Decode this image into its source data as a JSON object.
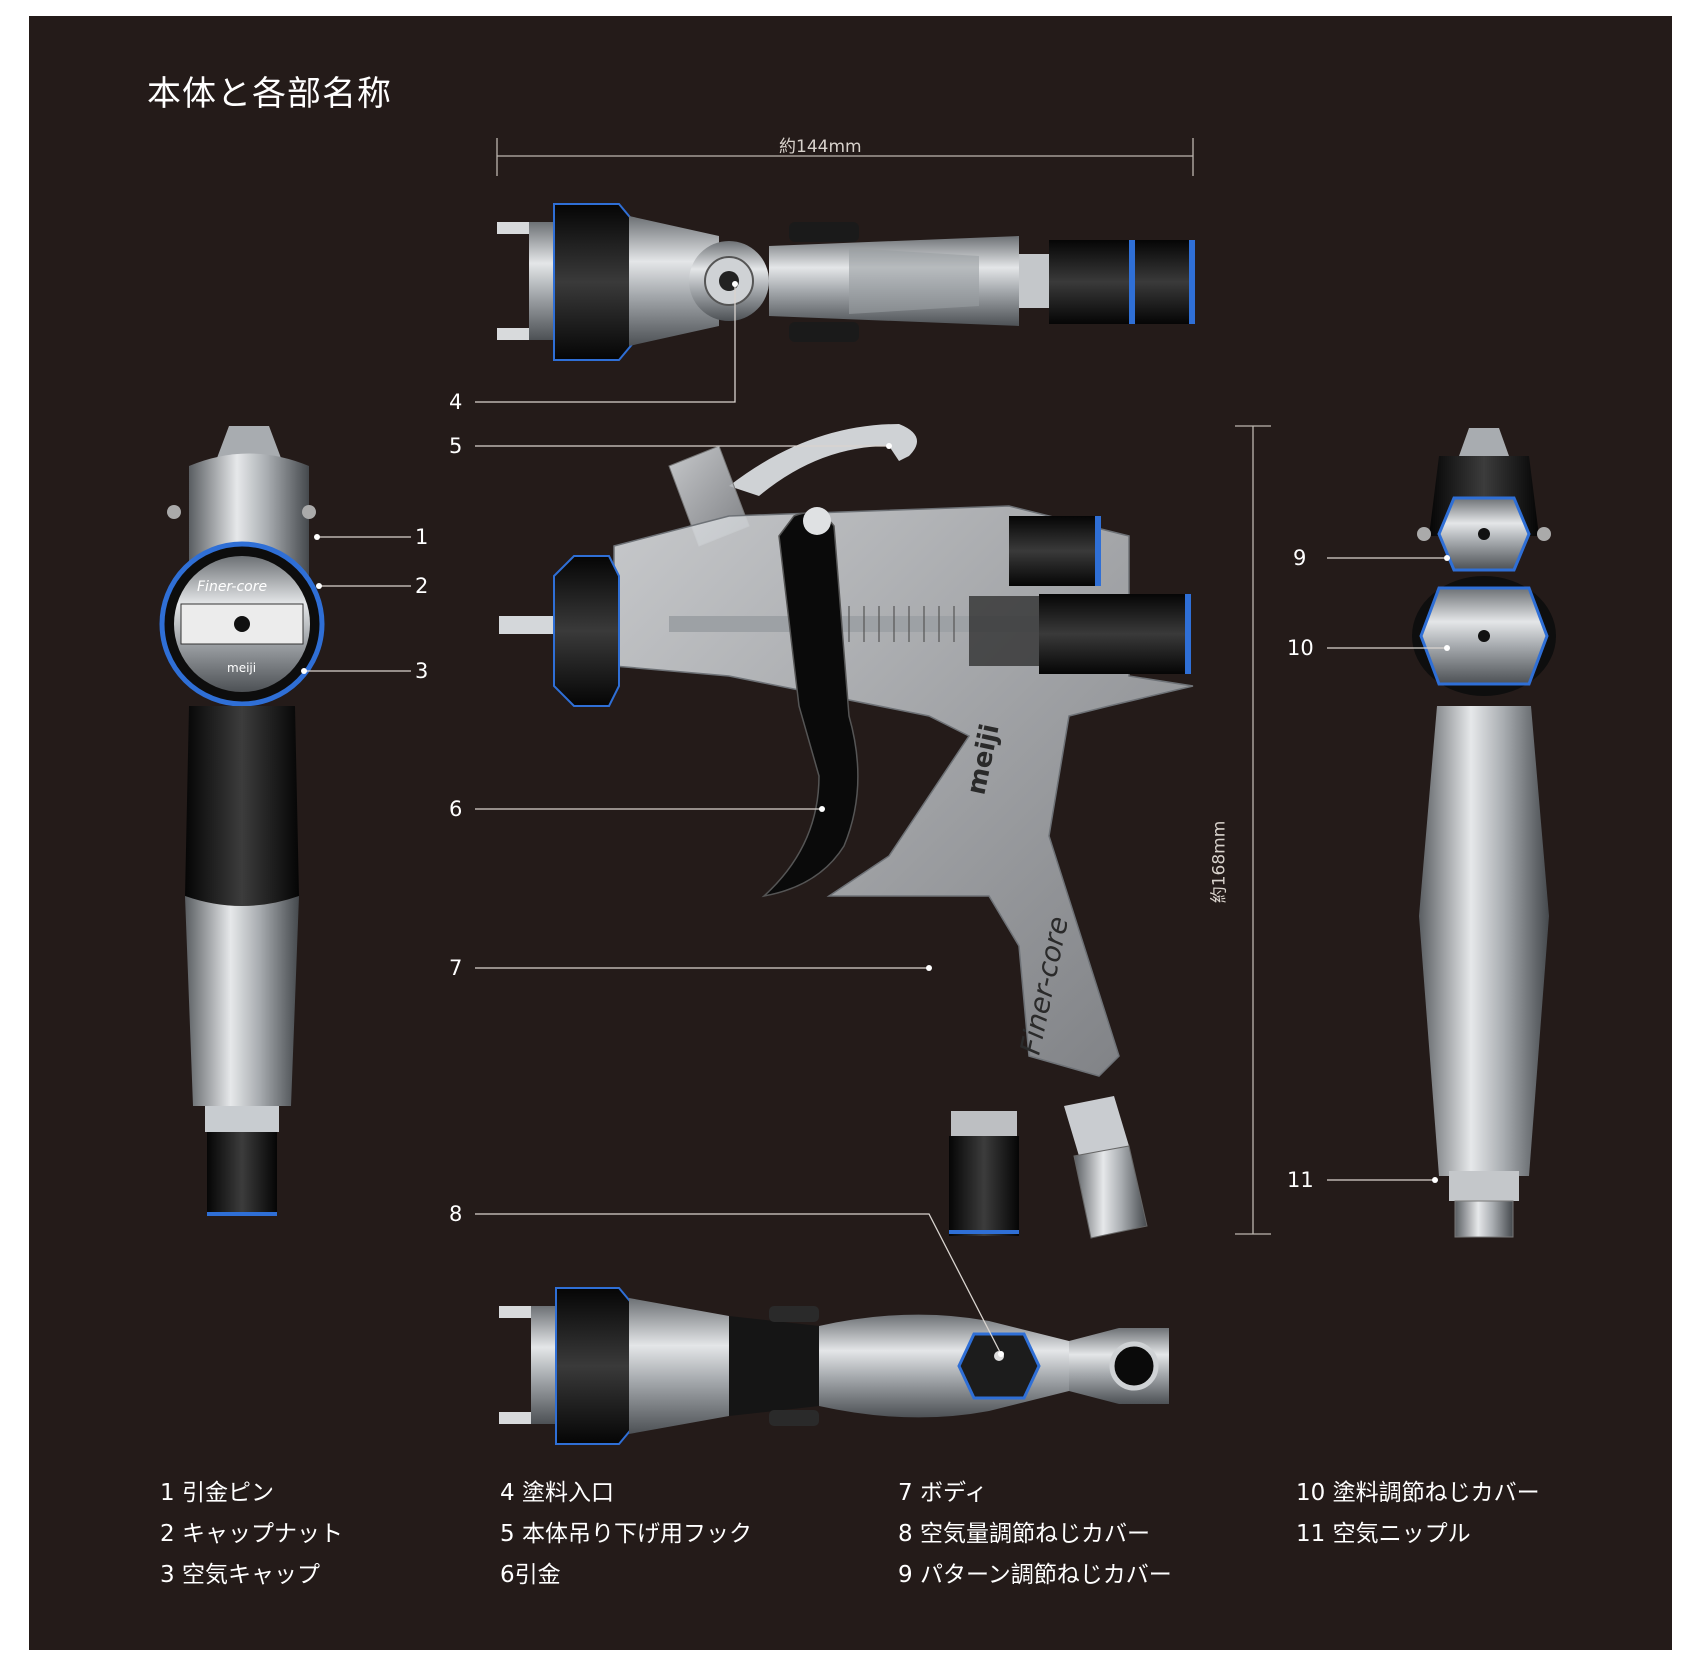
{
  "title": "本体と各部名称",
  "dimensions": {
    "width": "約144mm",
    "height": "約168mm"
  },
  "colors": {
    "background": "#241b19",
    "accent_blue": "#2f6fd6",
    "chrome": "#b8bcc0",
    "black_part": "#151515"
  },
  "callouts": [
    "1",
    "2",
    "3",
    "4",
    "5",
    "6",
    "7",
    "8",
    "9",
    "10",
    "11"
  ],
  "legend": [
    [
      "1 引金ピン",
      "2 キャップナット",
      "3 空気キャップ"
    ],
    [
      "4 塗料入口",
      "5 本体吊り下げ用フック",
      "6引金"
    ],
    [
      "7 ボディ",
      "8 空気量調節ねじカバー",
      "9 パターン調節ねじカバー"
    ],
    [
      "10 塗料調節ねじカバー",
      "11 空気ニップル"
    ]
  ],
  "brand": {
    "front_label": "Finer-core",
    "cap_label": "meiji",
    "body_label_1": "meiji",
    "body_label_2": "Finer-core"
  },
  "icons": [
    "spray-gun-top-view",
    "spray-gun-front-view",
    "spray-gun-side-view",
    "spray-gun-rear-view",
    "spray-gun-bottom-view"
  ]
}
